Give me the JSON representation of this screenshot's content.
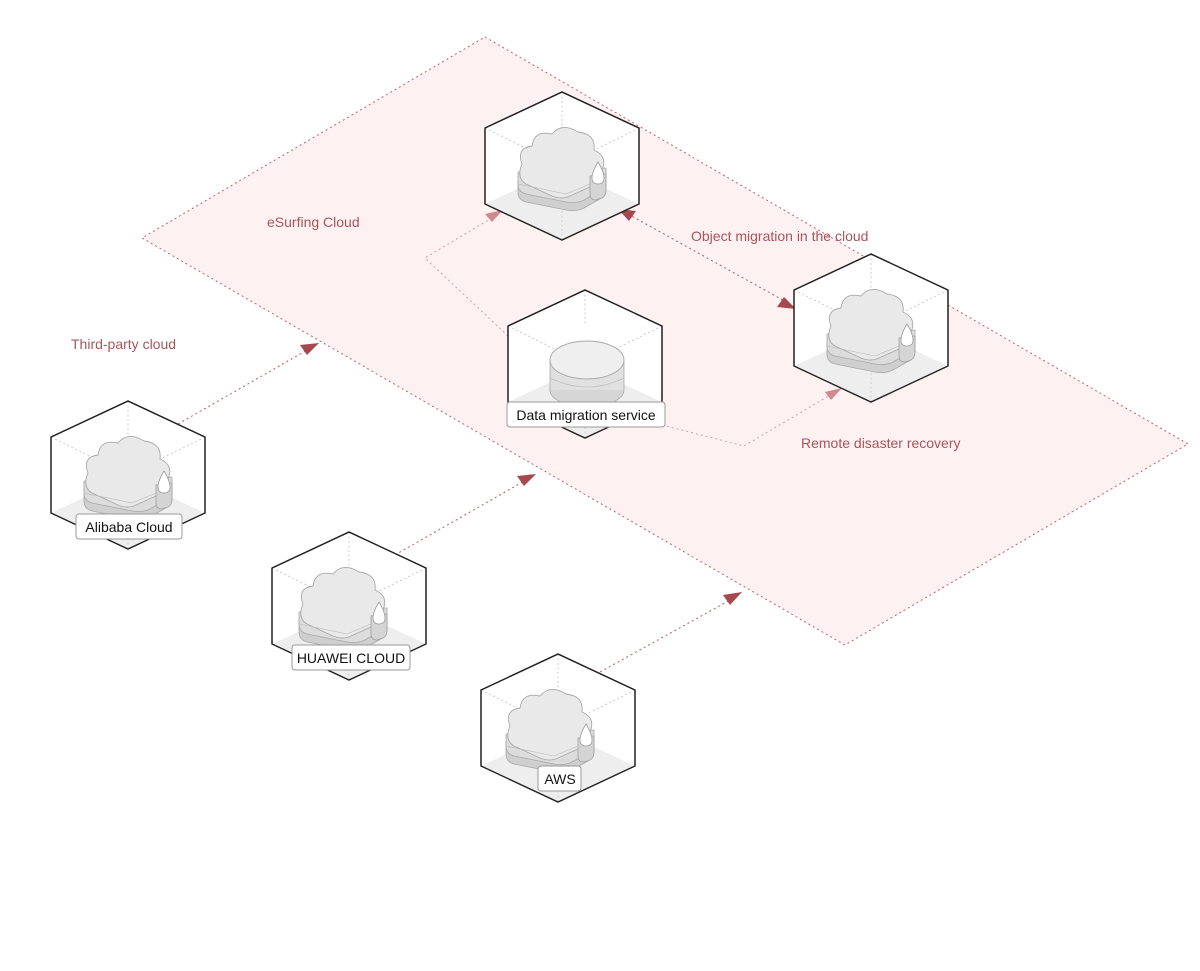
{
  "zones": {
    "esurfing": "eSurfing Cloud",
    "third_party": "Third-party cloud"
  },
  "flows": {
    "object_migration": "Object migration in the cloud",
    "remote_dr": "Remote disaster recovery"
  },
  "nodes": {
    "service": "Data migration service",
    "alibaba": "Alibaba Cloud",
    "huawei": "HUAWEI CLOUD",
    "aws": "AWS"
  },
  "colors": {
    "zone_fill": "#fdf1f1",
    "zone_border": "#c0636a",
    "label_accent": "#a9555c",
    "arrow": "#a6484f"
  },
  "icons": {
    "cloud_storage": "cloud-storage-icon",
    "database": "database-disk-icon"
  }
}
